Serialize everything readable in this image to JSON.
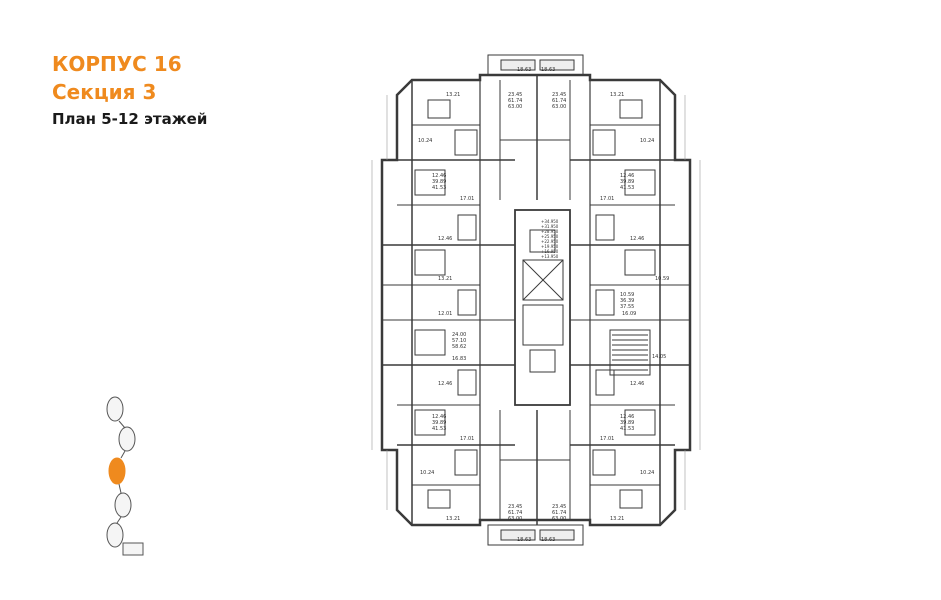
{
  "header": {
    "building": "КОРПУС 16",
    "section": "Секция 3",
    "floors": "План 5-12 этажей"
  },
  "colors": {
    "accent": "#ef8a1e",
    "line": "#3a3a3a",
    "light_line": "#9a9a9a"
  },
  "plan_labels": {
    "dim_top_left": "18.63",
    "dim_top_right": "18.63",
    "dim_bottom_left": "18.63",
    "dim_bottom_right": "18.63",
    "apt_top_left": [
      "23.45",
      "61.74",
      "63.00"
    ],
    "apt_top_right": [
      "23.45",
      "61.74",
      "63.00"
    ],
    "apt_bottom_left": [
      "23.45",
      "61.74",
      "63.00"
    ],
    "apt_bottom_right": [
      "23.45",
      "61.74",
      "63.00"
    ],
    "apt_mid_right": [
      "12.46",
      "39.89",
      "41.53"
    ],
    "apt_mid_left": [
      "12.46",
      "39.89",
      "41.53"
    ],
    "apt_low_left": [
      "12.46",
      "39.89",
      "41.53"
    ],
    "apt_low_right": [
      "12.46",
      "39.89",
      "41.53"
    ],
    "apt_center_left": [
      "24.00",
      "57.10",
      "58.62"
    ],
    "apt_center_right": [
      "10.59",
      "36.39",
      "37.55"
    ],
    "levels": [
      "+34.950",
      "+31.950",
      "+28.950",
      "+25.950",
      "+22.950",
      "+19.950",
      "+16.950",
      "+13.950"
    ],
    "rooms_left": [
      "13.21",
      "10.24",
      "17.01",
      "12.46",
      "13.21",
      "12.01",
      "16.83",
      "12.46",
      "17.01",
      "10.24",
      "13.21"
    ],
    "rooms_right": [
      "13.21",
      "10.24",
      "17.01",
      "12.46",
      "10.59",
      "16.09",
      "14.05",
      "12.46",
      "17.01",
      "10.24",
      "13.21"
    ]
  }
}
